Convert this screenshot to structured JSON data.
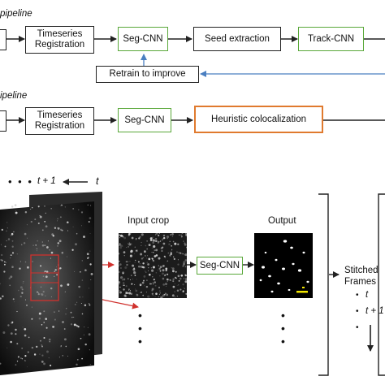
{
  "pipeline_top": {
    "label": "pipeline",
    "timeseries": "Timeseries\nRegistration",
    "segcnn": "Seg-CNN",
    "seed": "Seed extraction",
    "track": "Track-CNN",
    "retrain": "Retrain to improve"
  },
  "pipeline_bottom": {
    "label": "ipeline",
    "timeseries": "Timeseries\nRegistration",
    "segcnn": "Seg-CNN",
    "heuristic": "Heuristic colocalization"
  },
  "panel": {
    "time_dots": "• • •",
    "t_plus_1": "t + 1",
    "t": "t",
    "input_crop": "Input crop",
    "segcnn": "Seg-CNN",
    "output": "Output",
    "stitched": "Stitched\nFrames",
    "list_t": "t",
    "list_t1": "t + 1"
  },
  "colors": {
    "green": "#5aa83a",
    "orange": "#e07a2e",
    "blue_arrow": "#4a7fc1",
    "red_arrow": "#d0312d",
    "scale_bar": "#f2e600"
  }
}
